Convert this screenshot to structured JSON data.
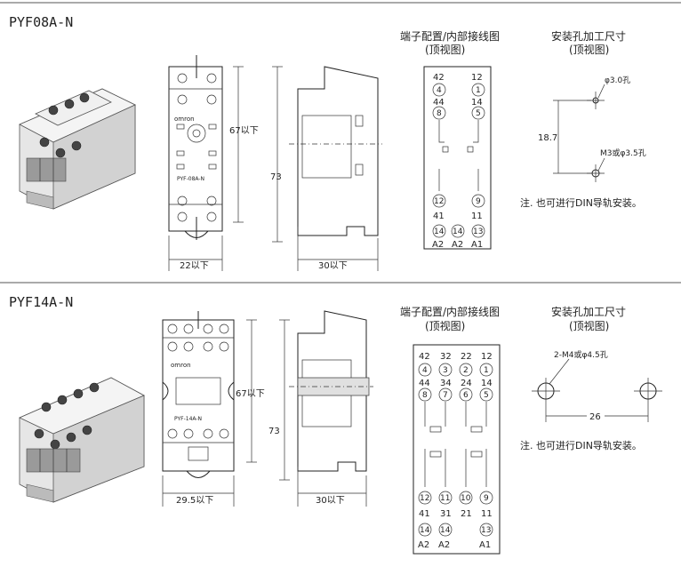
{
  "sections": [
    {
      "model": "PYF08A-N",
      "body_label": "PYF-08A-N",
      "brand": "omron",
      "dims": {
        "height_inner": "67以下",
        "height_total": "73",
        "width_front": "22以下",
        "width_side": "30以下"
      },
      "wiring_title": "端子配置/内部接线图",
      "wiring_subtitle": "(顶视图)",
      "wiring_top_nums": [
        "42",
        "12"
      ],
      "wiring_circles_top": [
        "4",
        "1"
      ],
      "wiring_nums_mid": [
        "44",
        "14"
      ],
      "wiring_circles_mid": [
        "8",
        "5"
      ],
      "wiring_circles_low": [
        "12",
        "9"
      ],
      "wiring_nums_low": [
        "41",
        "11"
      ],
      "wiring_circles_bottom": [
        "14",
        "14",
        "13"
      ],
      "wiring_bottom_labels": [
        "A2",
        "A2",
        "A1"
      ],
      "mount_title": "安装孔加工尺寸",
      "mount_subtitle": "(顶视图)",
      "hole_top": "φ3.0孔",
      "hole_spacing": "18.7",
      "hole_bottom": "M3或φ3.5孔",
      "note": "注. 也可进行DIN导轨安装。"
    },
    {
      "model": "PYF14A-N",
      "body_label": "PYF-14A-N",
      "brand": "omron",
      "dims": {
        "height_inner": "67以下",
        "height_total": "73",
        "width_front": "29.5以下",
        "width_side": "30以下"
      },
      "wiring_title": "端子配置/内部接线图",
      "wiring_subtitle": "(顶视图)",
      "wiring_top_nums": [
        "42",
        "32",
        "22",
        "12"
      ],
      "wiring_circles_top": [
        "4",
        "3",
        "2",
        "1"
      ],
      "wiring_nums_mid": [
        "44",
        "34",
        "24",
        "14"
      ],
      "wiring_circles_mid": [
        "8",
        "7",
        "6",
        "5"
      ],
      "wiring_circles_low": [
        "12",
        "11",
        "10",
        "9"
      ],
      "wiring_nums_low": [
        "41",
        "31",
        "21",
        "11"
      ],
      "wiring_circles_bottom": [
        "14",
        "14",
        "13"
      ],
      "wiring_bottom_labels": [
        "A2",
        "A2",
        "A1"
      ],
      "mount_title": "安装孔加工尺寸",
      "mount_subtitle": "(顶视图)",
      "hole_top": "2-M4或φ4.5孔",
      "hole_spacing": "26",
      "note": "注. 也可进行DIN导轨安装。"
    }
  ]
}
